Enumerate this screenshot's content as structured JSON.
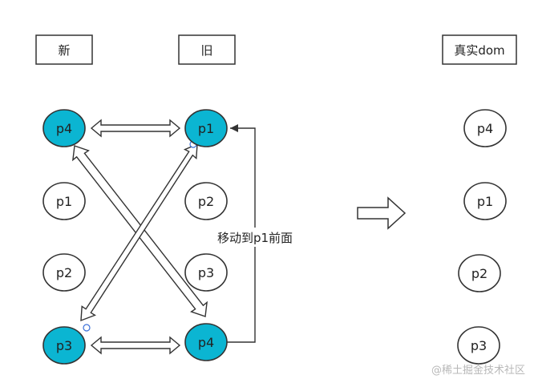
{
  "headers": {
    "new": "新",
    "old": "旧",
    "real_dom": "真实dom"
  },
  "columns": {
    "new": [
      "p4",
      "p1",
      "p2",
      "p3"
    ],
    "old": [
      "p1",
      "p2",
      "p3",
      "p4"
    ],
    "real_dom": [
      "p4",
      "p1",
      "p2",
      "p3"
    ]
  },
  "highlighted": [
    "p4",
    "p1",
    "p3",
    "p4"
  ],
  "annotation": "移动到p1前面",
  "watermark": "@稀土掘金技术社区",
  "colors": {
    "highlight_fill": "#0bb5d2",
    "node_stroke": "#333333",
    "box_stroke": "#333333",
    "arrow_stroke": "#333333",
    "watermark": "#b8b8b8"
  }
}
